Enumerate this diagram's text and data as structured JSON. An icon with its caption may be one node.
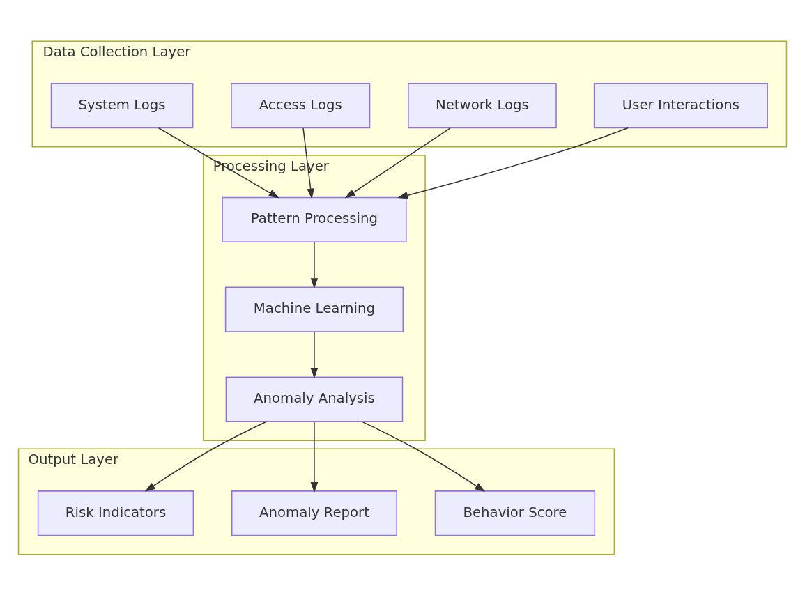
{
  "diagram": {
    "nodes": [
      {
        "text": [
          "Data Collection Layer"
        ]
      },
      {
        "text": [
          "User Interactions"
        ],
        "in": 0
      },
      {
        "text": [
          "Network Logs"
        ],
        "in": 0
      },
      {
        "text": [
          "Access Logs"
        ],
        "in": 0
      },
      {
        "text": [
          "System Logs"
        ],
        "in": 0
      },
      {
        "text": [
          "Processing Layer"
        ]
      },
      {
        "text": [
          "Pattern Processing"
        ],
        "in": 5
      },
      {
        "text": [
          "Machine Learning"
        ],
        "in": 5
      },
      {
        "text": [
          "Anomaly Analysis"
        ],
        "in": 5
      },
      {
        "text": [
          "Output Layer"
        ]
      },
      {
        "text": [
          "Behavior Score"
        ],
        "in": 9
      },
      {
        "text": [
          "Anomaly Report"
        ],
        "in": 9
      },
      {
        "text": [
          "Risk Indicators"
        ],
        "in": 9
      }
    ],
    "edges": [
      {
        "from": 1,
        "to": 6,
        "arrow": "to"
      },
      {
        "from": 2,
        "to": 6,
        "arrow": "to"
      },
      {
        "from": 3,
        "to": 6,
        "arrow": "to"
      },
      {
        "from": 4,
        "to": 6,
        "arrow": "to"
      },
      {
        "from": 6,
        "to": 7,
        "arrow": "to"
      },
      {
        "from": 7,
        "to": 8,
        "arrow": "to"
      },
      {
        "from": 8,
        "to": 10,
        "arrow": "to"
      },
      {
        "from": 8,
        "to": 11,
        "arrow": "to"
      },
      {
        "from": 8,
        "to": 12,
        "arrow": "to"
      }
    ]
  }
}
